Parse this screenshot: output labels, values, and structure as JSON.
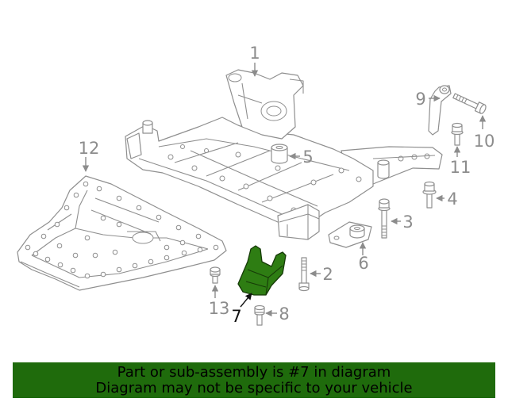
{
  "diagram": {
    "callouts": {
      "p1": "1",
      "p2": "2",
      "p3": "3",
      "p4": "4",
      "p5": "5",
      "p6": "6",
      "p7": "7",
      "p8": "8",
      "p9": "9",
      "p10": "10",
      "p11": "11",
      "p12": "12",
      "p13": "13"
    },
    "line_color": "#8c8c8c",
    "highlight_color": "#2e7d13"
  },
  "banner": {
    "line1": "Part or sub-assembly is #7 in diagram",
    "line2": "Diagram may not be specific to your vehicle",
    "background": "#1f6b0c"
  }
}
